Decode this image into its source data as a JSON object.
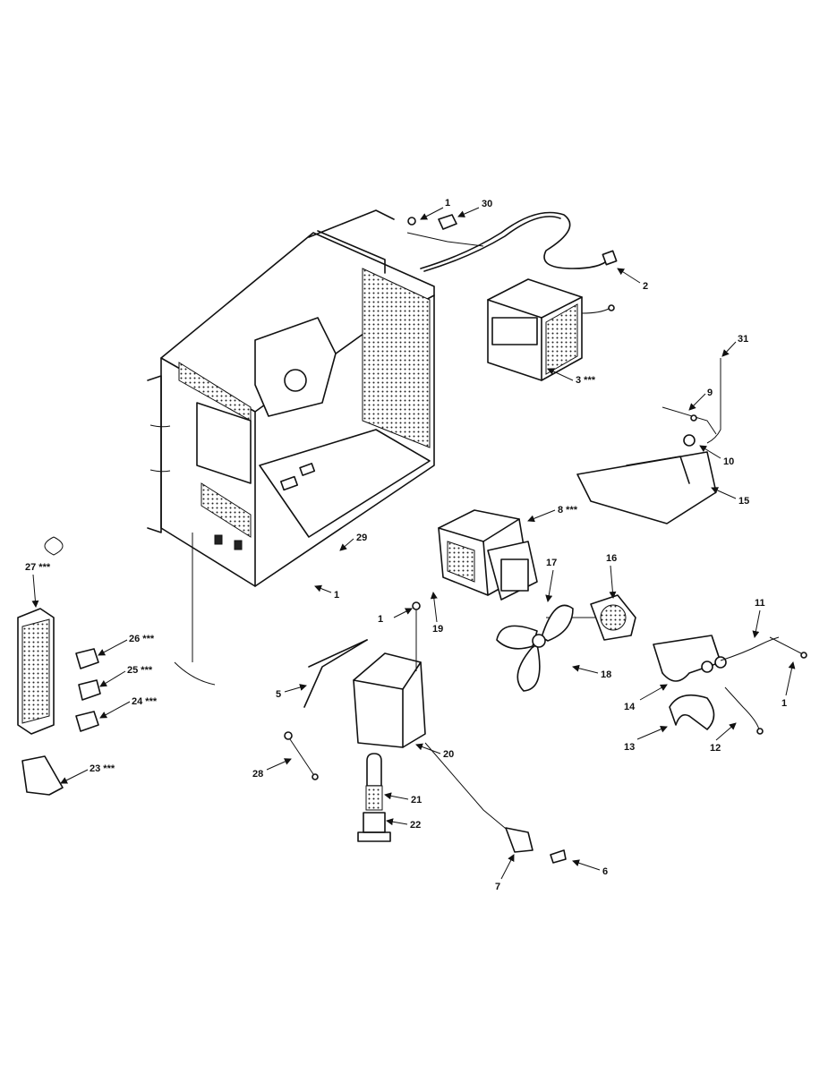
{
  "callouts": [
    {
      "id": "c1a",
      "text": "1"
    },
    {
      "id": "c30",
      "text": "30"
    },
    {
      "id": "c2",
      "text": "2"
    },
    {
      "id": "c31",
      "text": "31"
    },
    {
      "id": "c3",
      "text": "3 ***"
    },
    {
      "id": "c9",
      "text": "9"
    },
    {
      "id": "c10",
      "text": "10"
    },
    {
      "id": "c15",
      "text": "15"
    },
    {
      "id": "c8",
      "text": "8 ***"
    },
    {
      "id": "c29",
      "text": "29"
    },
    {
      "id": "c1b",
      "text": "1"
    },
    {
      "id": "c17",
      "text": "17"
    },
    {
      "id": "c16",
      "text": "16"
    },
    {
      "id": "c19",
      "text": "19"
    },
    {
      "id": "c1c",
      "text": "1"
    },
    {
      "id": "c18",
      "text": "18"
    },
    {
      "id": "c11",
      "text": "11"
    },
    {
      "id": "c14",
      "text": "14"
    },
    {
      "id": "c1d",
      "text": "1"
    },
    {
      "id": "c13",
      "text": "13"
    },
    {
      "id": "c12",
      "text": "12"
    },
    {
      "id": "c27",
      "text": "27 ***"
    },
    {
      "id": "c26",
      "text": "26 ***"
    },
    {
      "id": "c25",
      "text": "25 ***"
    },
    {
      "id": "c24",
      "text": "24 ***"
    },
    {
      "id": "c23",
      "text": "23 ***"
    },
    {
      "id": "c5",
      "text": "5"
    },
    {
      "id": "c28",
      "text": "28"
    },
    {
      "id": "c20",
      "text": "20"
    },
    {
      "id": "c21",
      "text": "21"
    },
    {
      "id": "c22",
      "text": "22"
    },
    {
      "id": "c7",
      "text": "7"
    },
    {
      "id": "c6",
      "text": "6"
    }
  ]
}
